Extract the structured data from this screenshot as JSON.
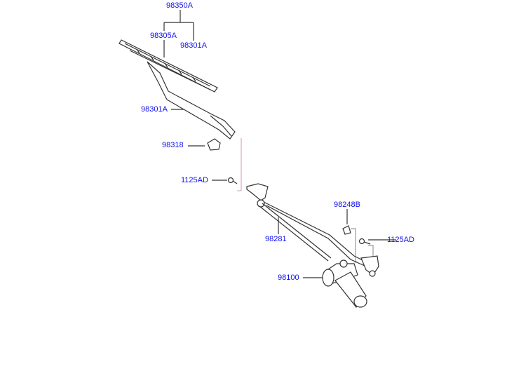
{
  "diagram": {
    "title": "Windshield wiper assembly",
    "parts": {
      "blade_assembly": "98350A",
      "blade": "98305A",
      "blade_refill": "98301A",
      "arm": "98301A",
      "cap": "98318",
      "nut_left": "1125AD",
      "linkage": "98281",
      "grommet": "98248B",
      "bolt_right": "1125AD",
      "motor": "98100"
    },
    "colors": {
      "label": "#1010ee",
      "line": "#333333"
    }
  }
}
